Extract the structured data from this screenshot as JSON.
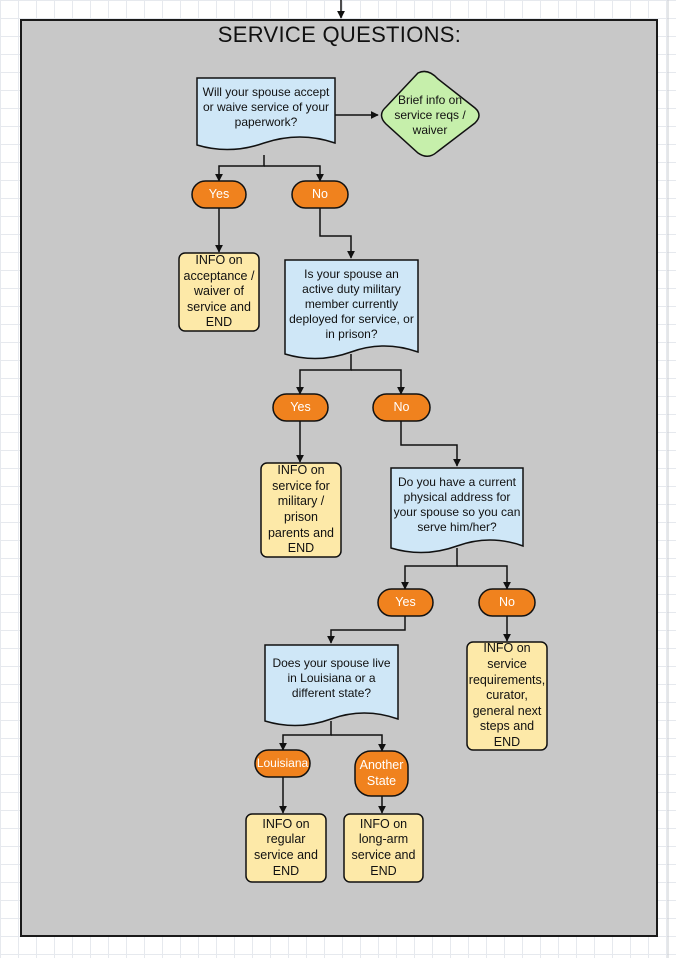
{
  "title": "SERVICE QUESTIONS:",
  "colors": {
    "frame_bg": "#c8c8c8",
    "decision": "#cfe7f7",
    "terminal": "#f0821e",
    "info": "#fde9a8",
    "side_info": "#c6efab"
  },
  "nodes": {
    "q_accept_waive": "Will your spouse accept or waive service of your paperwork?",
    "side_info": "Brief info on service reqs / waiver",
    "yes_1": "Yes",
    "no_1": "No",
    "info_acceptance": "INFO on acceptance / waiver of service and END",
    "q_military_prison": "Is your spouse an active duty military member currently deployed for service, or in prison?",
    "yes_2": "Yes",
    "no_2": "No",
    "info_military": "INFO on service for military / prison parents and END",
    "q_address": "Do you have a current physical address for your spouse so you can serve him/her?",
    "yes_3": "Yes",
    "no_3": "No",
    "info_requirements": "INFO on service requirements, curator, general next steps and END",
    "q_louisiana": "Does your spouse live in Louisiana or a different state?",
    "louisiana": "Louisiana",
    "another_state": "Another State",
    "info_regular": "INFO on regular service and END",
    "info_long_arm": "INFO on long-arm service and END"
  }
}
